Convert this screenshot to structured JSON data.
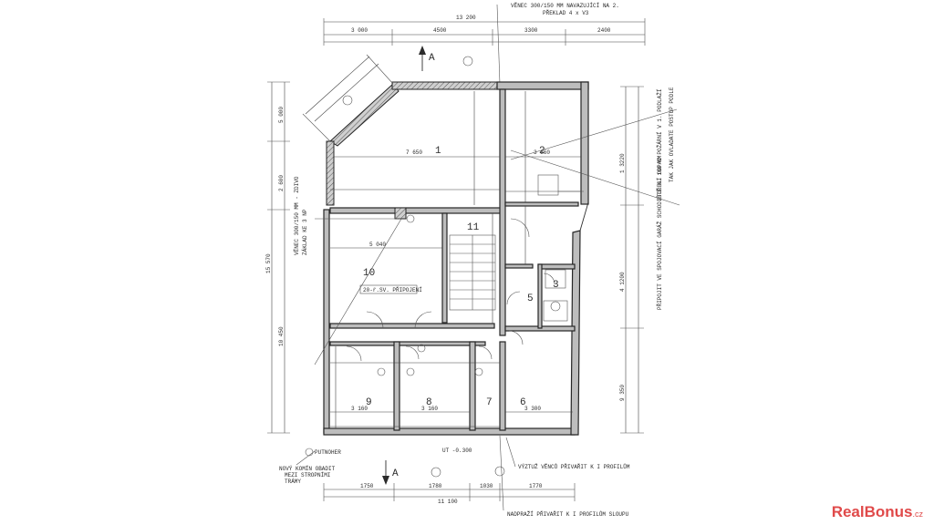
{
  "rooms": {
    "r1": "1",
    "r2": "2",
    "r3": "3",
    "r5": "5",
    "r6": "6",
    "r7": "7",
    "r8": "8",
    "r9": "9",
    "r10": "10",
    "r11": "11"
  },
  "dimensions": {
    "top_total": "13 200",
    "top": [
      "3 000",
      "4500",
      "3300",
      "2400"
    ],
    "bottom_total": "11 100",
    "bottom": [
      "1750",
      "1780",
      "1030",
      "1770"
    ],
    "left_total": "15 570",
    "left": [
      "5 000",
      "2 600",
      "10 450"
    ],
    "right": [
      "1 3220",
      "4 1200",
      "9 350"
    ],
    "room1_width": "7 650",
    "room2_width": "3 360",
    "room10_width": "5 040",
    "room9": "3 160",
    "room8": "3 160",
    "room6": "3 300"
  },
  "labels": {
    "section_a": "A",
    "gable_note": "STOŘENÍ ODPAD POŽÁRNÍ V 1. PODLAŽÍ",
    "top_note": "VĚNEC 300/150 MM NAVAZUJÍCÍ NA 2.",
    "top_note_2": "PŘEKLAD 4 x V3",
    "right_note": "PŘIPOJIT VE SPOJOVACÍ GARÁŽ SCHODIŠTĚ K. 160 NM",
    "right_note_2": "TAK JAK OVLADATE POSTUP PODLE",
    "left_note": "VĚNEC 300/150 MM - ZDIVO",
    "left_note_2": "ZÁKLAD KE 3 NP",
    "bottom_left_note": "NOVÝ KOMÍN OBADIT",
    "bottom_left_note_2": "MEZI STROPNÍMI",
    "bottom_left_note_3": "TRÁMY",
    "bottom_note": "VÝZTUŽ VĚNCŮ PŘIVAŘIT K I PROFILŮM",
    "bottom_note_2": "NADPRAŽÍ PŘIVAŘIT K I PROFILŮM SLOUPU",
    "furnace": "PUTNOHER",
    "kitchen": "20-ř.SV. PŘIPOJENÍ",
    "level": "UT -0.300"
  },
  "watermark": {
    "brand": "RealBonus",
    "suffix": ".cz"
  },
  "colors": {
    "wall": "#bdbdbd",
    "ink": "#262626",
    "watermark": "#e04a4a"
  }
}
